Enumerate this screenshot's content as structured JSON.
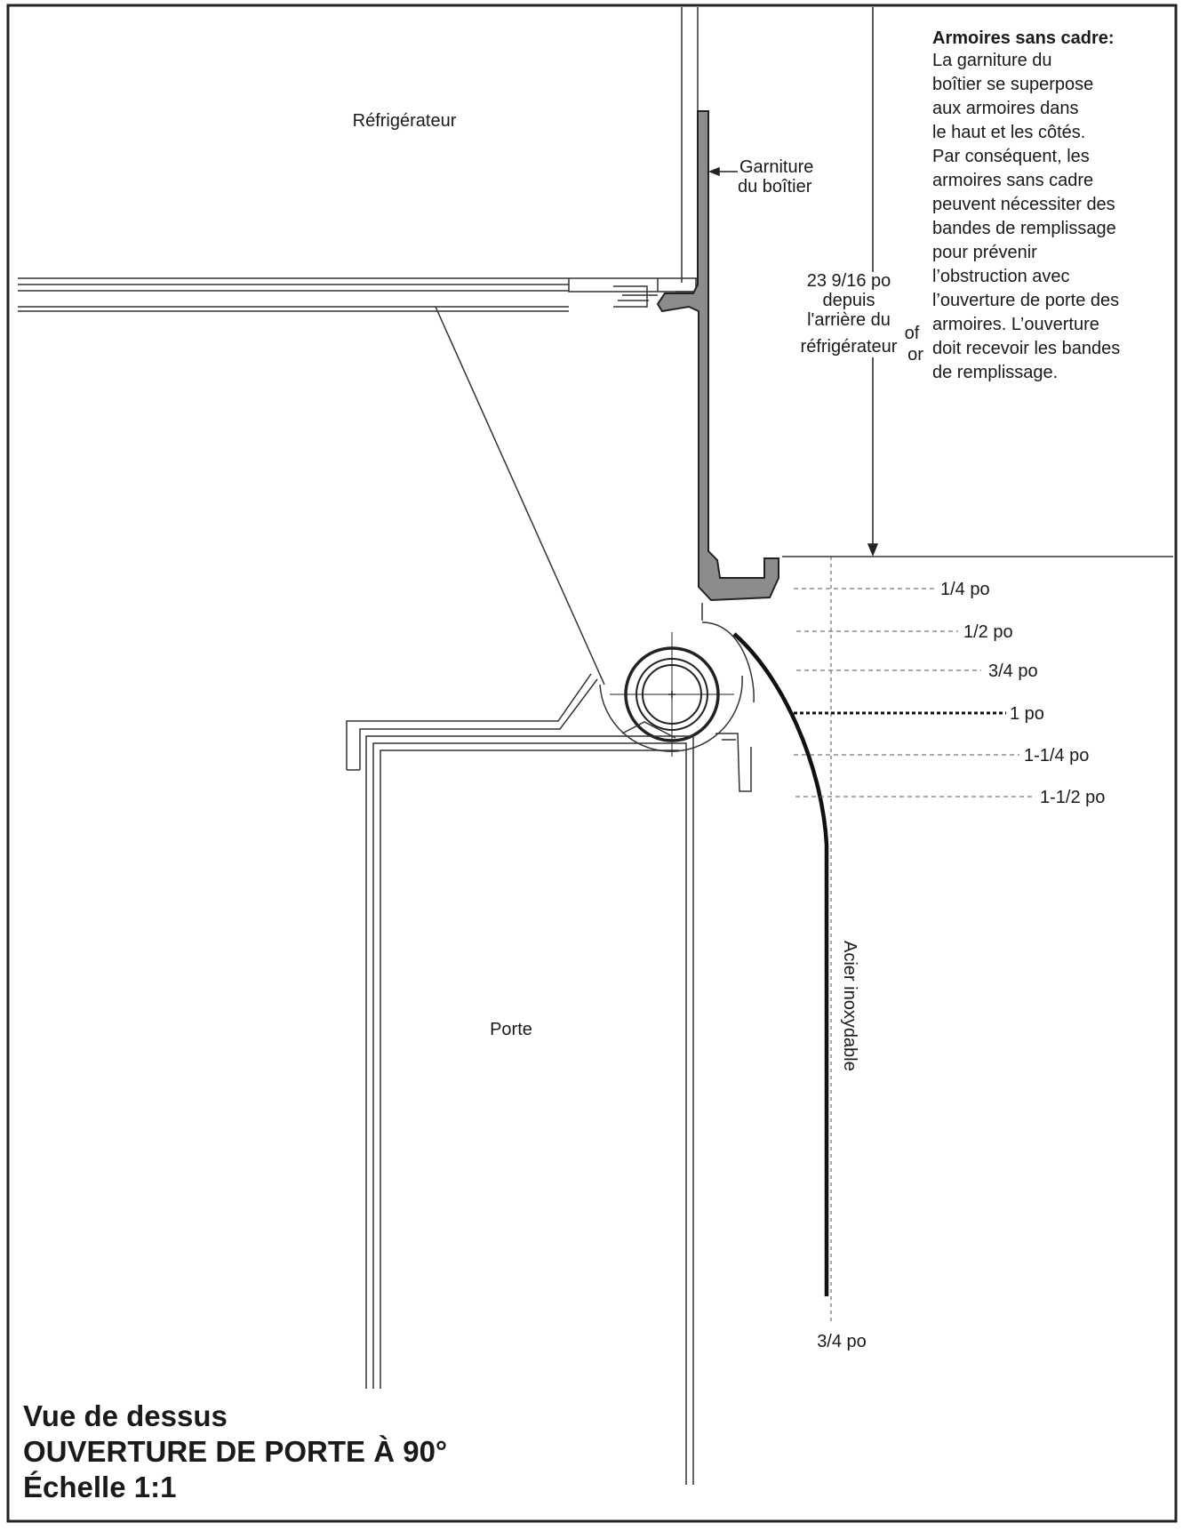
{
  "labels": {
    "refrigerator": "Réfrigérateur",
    "door": "Porte",
    "stainless": "Acier inoxydable",
    "trim_line1": "Garniture",
    "trim_line2": "du boîtier",
    "dim_line1": "23 9/16 po",
    "dim_line2": "depuis",
    "dim_line3": "l'arrière du",
    "dim_line4": "réfrigérateur",
    "of": "of",
    "or": "or",
    "bottom_dim": "3/4 po"
  },
  "note": {
    "heading": "Armoires sans cadre:",
    "lines": [
      "La garniture du",
      "boîtier se superpose",
      "aux armoires dans",
      "le haut et les côtés.",
      "Par conséquent, les",
      "armoires sans cadre",
      "peuvent nécessiter des",
      "bandes de remplissage",
      "pour prévenir",
      "l’obstruction avec",
      "l’ouverture de porte des",
      "armoires. L’ouverture",
      "doit recevoir les bandes",
      "de remplissage."
    ]
  },
  "clearances": [
    {
      "label": "1/4 po"
    },
    {
      "label": "1/2 po"
    },
    {
      "label": "3/4 po"
    },
    {
      "label": "1 po",
      "emphasis": true
    },
    {
      "label": "1-1/4 po"
    },
    {
      "label": "1-1/2 po"
    }
  ],
  "title": {
    "line1": "Vue de dessus",
    "line2": "OUVERTURE DE PORTE À 90°",
    "line3": "Échelle  1:1"
  }
}
